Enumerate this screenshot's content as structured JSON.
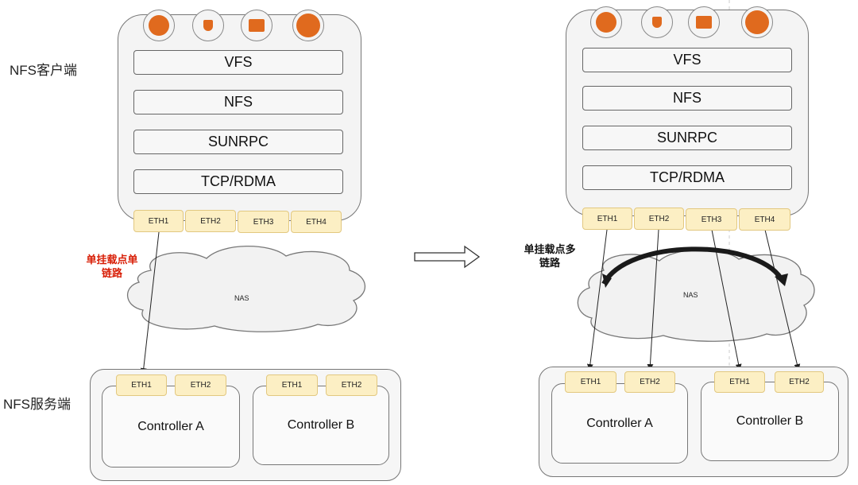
{
  "labels": {
    "client": "NFS客户端",
    "server": "NFS服务端"
  },
  "left": {
    "layers": [
      "VFS",
      "NFS",
      "SUNRPC",
      "TCP/RDMA"
    ],
    "client_eth": [
      "ETH1",
      "ETH2",
      "ETH3",
      "ETH4"
    ],
    "cloud": "NAS",
    "note_line1": "单挂载点单",
    "note_line2": "链路",
    "controllers": [
      {
        "name": "Controller A",
        "eth": [
          "ETH1",
          "ETH2"
        ]
      },
      {
        "name": "Controller B",
        "eth": [
          "ETH1",
          "ETH2"
        ]
      }
    ]
  },
  "right": {
    "layers": [
      "VFS",
      "NFS",
      "SUNRPC",
      "TCP/RDMA"
    ],
    "client_eth": [
      "ETH1",
      "ETH2",
      "ETH3",
      "ETH4"
    ],
    "cloud": "NAS",
    "note_line1": "单挂载点多",
    "note_line2": "链路",
    "controllers": [
      {
        "name": "Controller A",
        "eth": [
          "ETH1",
          "ETH2"
        ]
      },
      {
        "name": "Controller B",
        "eth": [
          "ETH1",
          "ETH2"
        ]
      }
    ]
  },
  "icons": [
    "cloud-bank-icon",
    "security-network-icon",
    "table-grid-icon",
    "users-group-icon"
  ],
  "colors": {
    "accent": "#e06a1e",
    "eth_fill": "#fcefc4",
    "note_red": "#d81e06"
  }
}
